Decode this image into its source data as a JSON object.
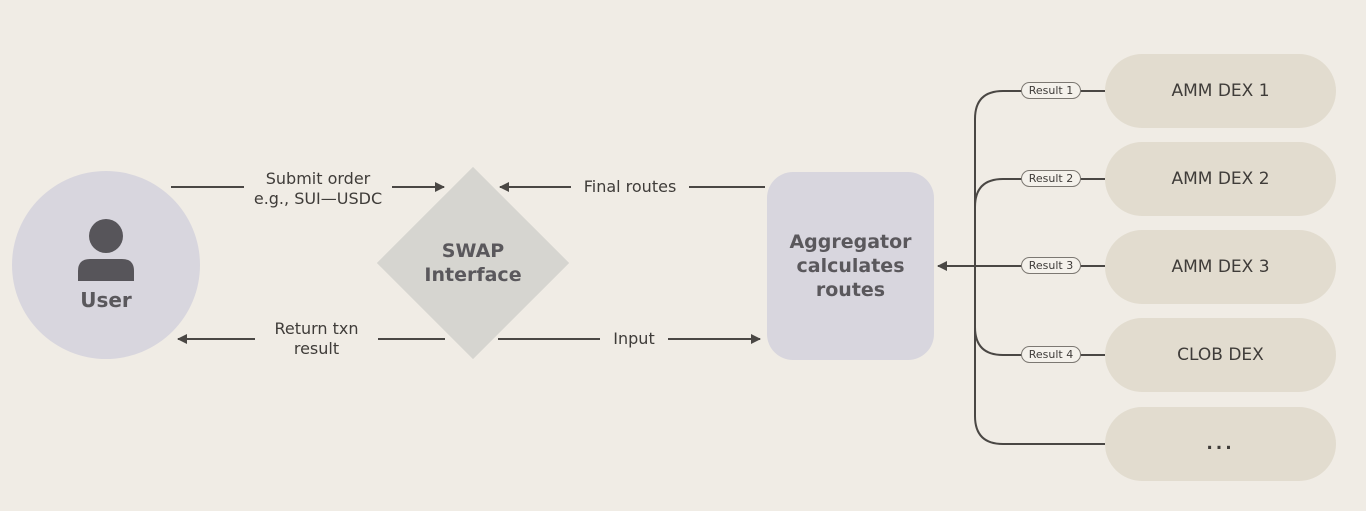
{
  "nodes": {
    "user": {
      "label": "User",
      "icon": "user-icon"
    },
    "swap": {
      "label_line1": "SWAP",
      "label_line2": "Interface"
    },
    "aggregator": {
      "label_line1": "Aggregator",
      "label_line2": "calculates",
      "label_line3": "routes"
    },
    "dexes": [
      {
        "label": "AMM DEX 1"
      },
      {
        "label": "AMM DEX 2"
      },
      {
        "label": "AMM DEX 3"
      },
      {
        "label": "CLOB DEX"
      },
      {
        "label": "..."
      }
    ]
  },
  "edges": {
    "submit_order": {
      "line1": "Submit order",
      "line2": "e.g., SUI—USDC"
    },
    "return_txn": {
      "line1": "Return txn",
      "line2": "result"
    },
    "final_routes": {
      "label": "Final routes"
    },
    "input": {
      "label": "Input"
    },
    "results": [
      "Result 1",
      "Result 2",
      "Result 3",
      "Result 4"
    ]
  },
  "colors": {
    "background": "#f0ece5",
    "line": "#4a4744",
    "node_lavender": "#d8d6de",
    "node_grey": "#d6d5d0",
    "dex_fill": "#e2dccf"
  }
}
